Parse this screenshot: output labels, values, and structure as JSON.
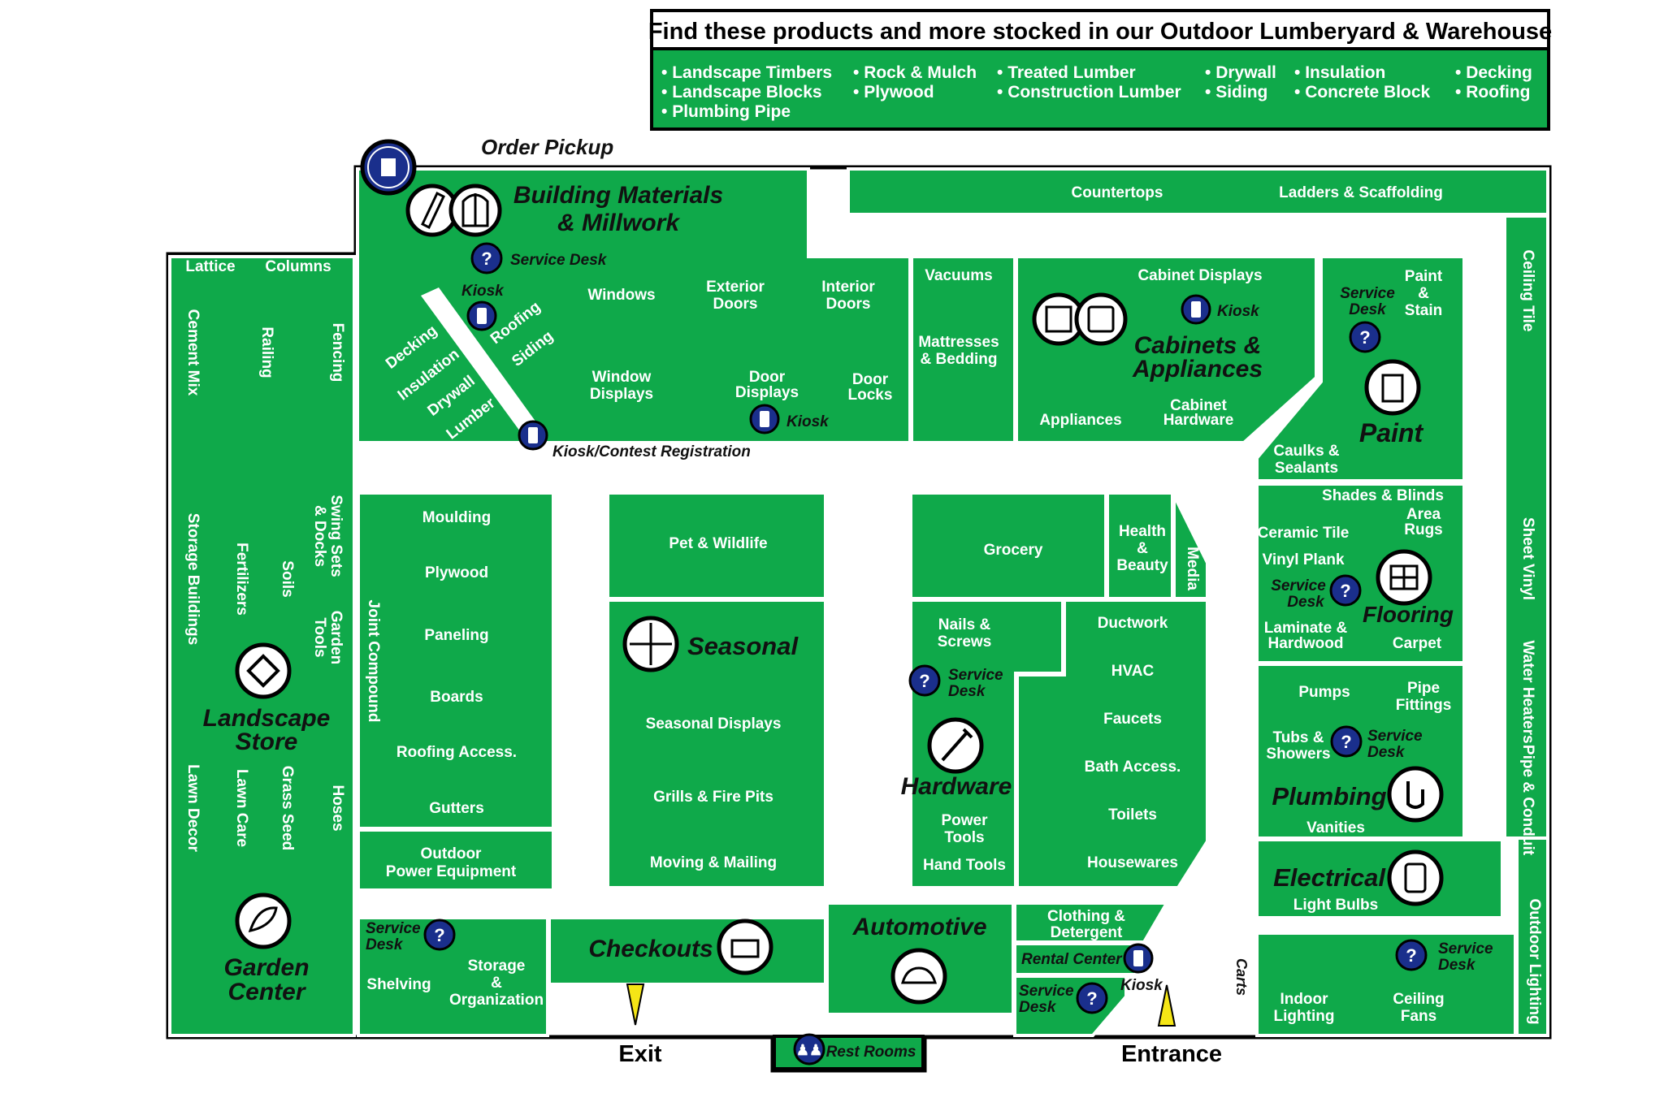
{
  "header": {
    "title": "Find these products and more stocked in our Outdoor Lumberyard & Warehouse",
    "items": [
      "Landscape Timbers",
      "Landscape Blocks",
      "Plumbing Pipe",
      "Rock & Mulch",
      "Plywood",
      "Treated Lumber",
      "Construction Lumber",
      "Drywall",
      "Siding",
      "Insulation",
      "Concrete Block",
      "Decking",
      "Roofing"
    ]
  },
  "departments": {
    "building": "Building Materials",
    "building2": "& Millwork",
    "order_pickup": "Order Pickup",
    "cabinets": "Cabinets &",
    "cabinets2": "Appliances",
    "paint": "Paint",
    "flooring": "Flooring",
    "landscape": "Landscape",
    "landscape2": "Store",
    "garden": "Garden",
    "garden2": "Center",
    "seasonal": "Seasonal",
    "hardware": "Hardware",
    "plumbing": "Plumbing",
    "electrical": "Electrical",
    "checkouts": "Checkouts",
    "automotive": "Automotive",
    "exit": "Exit",
    "entrance": "Entrance",
    "rest_rooms": "Rest Rooms",
    "carts": "Carts"
  },
  "labels": {
    "service_desk": "Service",
    "service_desk2": "Desk",
    "kiosk": "Kiosk",
    "kiosk_contest": "Kiosk/Contest Registration",
    "rental_center": "Rental Center",
    "countertops": "Countertops",
    "ladders": "Ladders & Scaffolding",
    "lattice": "Lattice",
    "columns": "Columns",
    "cement_mix": "Cement Mix",
    "railing": "Railing",
    "fencing": "Fencing",
    "storage_buildings": "Storage Buildings",
    "fertilizers": "Fertilizers",
    "soils": "Soils",
    "swing1": "Swing Sets",
    "swing2": "& Docks",
    "garden_tools1": "Garden",
    "garden_tools2": "Tools",
    "lawn_decor": "Lawn Decor",
    "lawn_care": "Lawn Care",
    "grass_seed": "Grass Seed",
    "hoses": "Hoses",
    "decking": "Decking",
    "insulation": "Insulation",
    "drywall": "Drywall",
    "lumber": "Lumber",
    "roofing": "Roofing",
    "siding": "Siding",
    "windows": "Windows",
    "exterior1": "Exterior",
    "exterior2": "Doors",
    "interior1": "Interior",
    "interior2": "Doors",
    "window_disp1": "Window",
    "window_disp2": "Displays",
    "door_disp1": "Door",
    "door_disp2": "Displays",
    "door_locks1": "Door",
    "door_locks2": "Locks",
    "vacuums": "Vacuums",
    "mattresses1": "Mattresses",
    "mattresses2": "& Bedding",
    "cabinet_displays": "Cabinet Displays",
    "appliances": "Appliances",
    "cab_hw1": "Cabinet",
    "cab_hw2": "Hardware",
    "paint_stain1": "Paint",
    "paint_stain2": "&",
    "paint_stain3": "Stain",
    "caulks1": "Caulks &",
    "caulks2": "Sealants",
    "shades": "Shades & Blinds",
    "ceramic": "Ceramic Tile",
    "area1": "Area",
    "area2": "Rugs",
    "vinyl_plank": "Vinyl Plank",
    "laminate1": "Laminate &",
    "laminate2": "Hardwood",
    "carpet": "Carpet",
    "ceiling_tile": "Ceiling Tile",
    "sheet_vinyl": "Sheet Vinyl",
    "water_heaters": "Water Heaters",
    "pipe_conduit": "Pipe & Conduit",
    "outdoor_lighting": "Outdoor Lighting",
    "moulding": "Moulding",
    "plywood": "Plywood",
    "paneling": "Paneling",
    "boards": "Boards",
    "roofing_access": "Roofing Access.",
    "gutters": "Gutters",
    "joint_compound": "Joint Compound",
    "outdoor_power1": "Outdoor",
    "outdoor_power2": "Power Equipment",
    "pet": "Pet & Wildlife",
    "seasonal_displays": "Seasonal Displays",
    "grills": "Grills & Fire Pits",
    "moving": "Moving & Mailing",
    "grocery": "Grocery",
    "health1": "Health",
    "health2": "&",
    "health3": "Beauty",
    "media": "Media",
    "nails1": "Nails &",
    "nails2": "Screws",
    "power_tools1": "Power",
    "power_tools2": "Tools",
    "hand_tools": "Hand Tools",
    "ductwork": "Ductwork",
    "hvac": "HVAC",
    "faucets": "Faucets",
    "bath": "Bath Access.",
    "toilets": "Toilets",
    "housewares": "Housewares",
    "pumps": "Pumps",
    "pipe_fit1": "Pipe",
    "pipe_fit2": "Fittings",
    "tubs1": "Tubs &",
    "tubs2": "Showers",
    "vanities": "Vanities",
    "light_bulbs": "Light Bulbs",
    "indoor1": "Indoor",
    "indoor2": "Lighting",
    "fans1": "Ceiling",
    "fans2": "Fans",
    "clothing1": "Clothing &",
    "clothing2": "Detergent",
    "shelving": "Shelving",
    "storage1": "Storage",
    "storage2": "&",
    "storage3": "Organization"
  },
  "colors": {
    "green": "#0fa94a",
    "navy": "#1a2f8c",
    "yellow": "#f5e616",
    "black": "#000000"
  }
}
